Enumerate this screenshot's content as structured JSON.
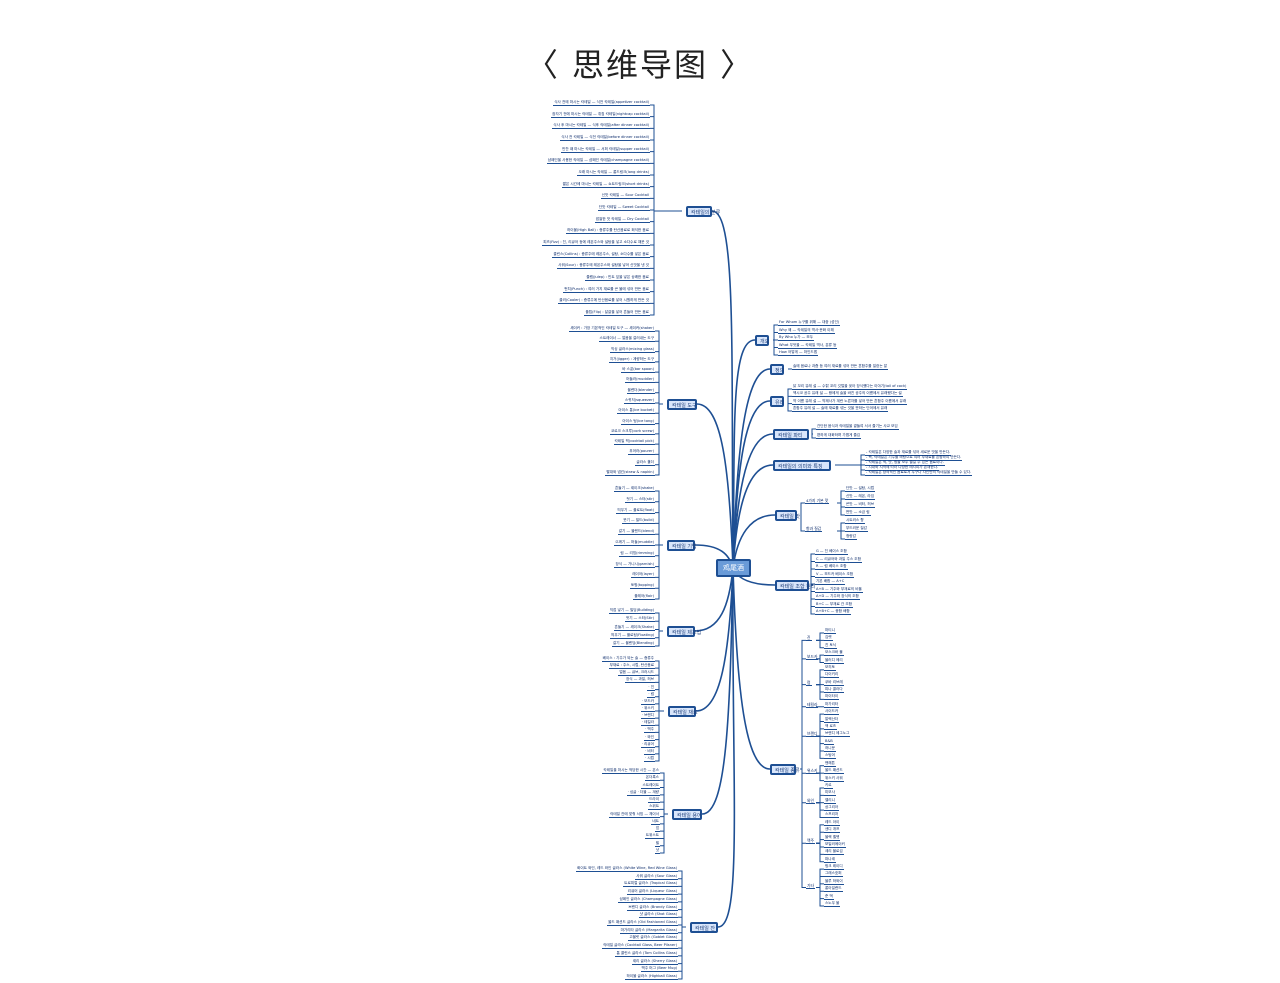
{
  "title": "〈 思维导图 〉",
  "center": "鸡尾酒",
  "branches": [
    {
      "id": "types",
      "label": "칵테일의 분류",
      "leaves": [
        "식사 전에 마시는 칵테일 — 식전 칵테일(appetizer cocktail)",
        "잠자기 전에 마시는 칵테일 — 취침 칵테일(nightcap cocktail)",
        "식사 후 마시는 칵테일 — 식후 칵테일(after dinner cocktail)",
        "식사 전 칵테일 — 식전 칵테일(before dinner cocktail)",
        "만찬 때 마시는 칵테일 — 서퍼 칵테일(supper cocktail)",
        "샴페인을 사용한 칵테일 — 샴페인 칵테일(champagne cocktail)",
        "오래 마시는 칵테일 — 롱드링크(long drinks)",
        "짧은 시간에 마시는 칵테일 — 쇼트드링크(short drinks)",
        "신맛 칵테일 — Sour Cocktail",
        "단맛 칵테일 — Sweet Cocktail",
        "쌉쌀한 맛 칵테일 — Dry Cocktail",
        "하이볼(High Ball) : 증류주를 탄산음료로 희석한 음료",
        "피즈(Fizz) : 진, 리큐어 등에 레몬주스와 설탕을 넣고 소다수로 채운 것",
        "콜린스(Collins) : 증류주에 레몬주스, 설탕, 소다수를 넣은 음료",
        "사워(Sour) : 증류주에 레몬주스와 설탕을 넣어 신맛을 낸 것",
        "줄렙(Julep) : 민트 잎을 넣은 상쾌한 음료",
        "펀치(Punch) : 여러 가지 재료를 큰 볼에 섞어 만든 음료",
        "쿨러(Cooler) : 증류주에 탄산음료를 넣어 시원하게 만든 것",
        "플립(Flip) : 달걀을 넣어 흔들어 만든 음료"
      ]
    },
    {
      "id": "tools",
      "label": "칵테일 도구",
      "leaves": [
        "셰이커 : 가장 기본적인 칵테일 도구 — 셰이커(shaker)",
        "스트레이너 — 얼음을 걸러내는 도구",
        "믹싱 글라스(mixing glass)",
        "지거(jigger) : 계량하는 도구",
        "바 스푼(bar spoon)",
        "머들러(muddler)",
        "블렌더(blender)",
        "스퀴저(squeezer)",
        "아이스 통(ice bucket)",
        "아이스 텅(ice tong)",
        "코르크 스크루(cork screw)",
        "칵테일 픽(cocktail pick)",
        "푸어러(pourer)",
        "글라스 홀더",
        "빨대와 냅킨(straw & napkin)"
      ]
    },
    {
      "id": "techniques",
      "label": "칵테일 기법",
      "leaves": [
        "흔들기 — 셰이크(shake)",
        "젓기 — 스터(stir)",
        "띄우기 — 플로트(float)",
        "붓기 — 빌드(build)",
        "갈기 — 블렌드(blend)",
        "으깨기 — 머들(muddle)",
        "림 — 리밍(rimming)",
        "장식 — 가니시(garnish)",
        "레이어(layer)",
        "토핑(topping)",
        "플레어(flair)"
      ]
    },
    {
      "id": "methods",
      "label": "칵테일 제조법",
      "leaves": [
        "직접 넣기 — 빌딩(Building)",
        "젓기 — 스터(Stir)",
        "흔들기 — 셰이크(Shake)",
        "띄우기 — 플로팅(Floating)",
        "갈기 — 블렌딩(Blending)"
      ]
    },
    {
      "id": "ingredients",
      "label": "칵테일 재료",
      "leaves": [
        "베이스 : 기주가 되는 술 — 증류주",
        "부재료 : 주스, 시럽, 탄산음료",
        "얼음 — 큐브, 크러시드",
        "장식 — 과일, 허브",
        "· 진",
        "· 럼",
        "· 보드카",
        "· 위스키",
        "· 브랜디",
        "· 테킬라",
        "· 맥주",
        "· 와인",
        "· 리큐어",
        "· 비터",
        "· 시럽"
      ]
    },
    {
      "id": "terms",
      "label": "칵테일 용어",
      "leaves": [
        "칵테일을 마시는 적당한 시간 — 온스",
        "온더록스",
        "스트레이트",
        "· 싱글 · 더블 — 계량",
        "드라이",
        "스위트",
        "칵테일 잔에 맞춰 서빙 — 체이서",
        "네트",
        "업",
        "트위스트",
        "필",
        "샷"
      ]
    },
    {
      "id": "glasses",
      "label": "칵테일 잔",
      "leaves": [
        "화이트 와인, 레드 와인 글라스 (White Wine, Red Wine Glass)",
        "사워 글라스 (Sour Glass)",
        "트로피컬 글라스 (Tropical Glass)",
        "리큐어 글라스 (Liqueur Glass)",
        "샴페인 글라스 (Champagne Glass)",
        "브랜디 글라스 (Brandy Glass)",
        "샷 글라스 (Shot Glass)",
        "올드 패션드 글라스 (Old Fashioned Glass)",
        "마가리타 글라스 (Margarita Glass)",
        "고블릿 글라스 (Goblet Glass)",
        "칵테일 글라스 (Cocktail Glass, Beer Pilsner)",
        "톰 콜린스 글라스 (Tom Collins Glass)",
        "셰리 글라스 (Sherry Glass)",
        "맥주 머그 (Beer Mug)",
        "하이볼 글라스 (Highball Glass)"
      ]
    },
    {
      "id": "overview",
      "label": "개요",
      "leaves": [
        "For Whom 누구를 위해 — 대중 (성인)",
        "Why 왜 — 칵테일의 역사·문화 이해",
        "By Who 누가 — 모두",
        "What 무엇을 — 칵테일 역사, 분류 등",
        "How 어떻게 — 마인드맵"
      ]
    },
    {
      "id": "definition",
      "label": "정의",
      "leaves": [
        "술에 음료나 과즙 등 여러 재료를 섞어 만든 혼합주를 일컫는 말"
      ]
    },
    {
      "id": "origin",
      "label": "유래",
      "leaves": [
        "닭 꼬리 유래 설 — 수탉 꼬리 깃털을 꽂아 장식했다는 이야기(tail of cock)",
        "멕시코 공주 유래 설 — 왕에게 술을 바친 공주의 이름에서 유래했다는 설",
        "약 이름 유래 설 — 약제사가 계란 노른자를 넣어 만든 혼합주 이름에서 유래",
        "혼합주 유래 설 — 술에 재료를 섞는 것을 뜻하는 단어에서 유래"
      ]
    },
    {
      "id": "party",
      "label": "칵테일 파티",
      "leaves": [
        "간단한 음식과 칵테일을 곁들여 서서 즐기는 사교 모임",
        "편하게 대화하며 가볍게 즐김"
      ]
    },
    {
      "id": "meaning",
      "label": "칵테일의 의미와 특징",
      "leaves": [
        "- 칵테일은 다양한 술과 재료를 섞어 새로운 맛을 만든다.",
        "- 즉, 칵테일은 기주를 바탕으로 여러 부재료를 혼합하여 만든다.",
        "- 칵테일은 색, 맛, 향을 모두 즐길 수 있는 음료이다.",
        "- 시대와 지역에 따라 다양한 레시피가 존재한다.",
        "- 칵테일은 창의적인 음료로서 누구나 자신만의 칵테일을 만들 수 있다."
      ]
    },
    {
      "id": "taste",
      "label": "칵테일 맛",
      "groups": [
        {
          "label": "4가지 기본 맛",
          "items": [
            "단맛 — 설탕, 시럽",
            "신맛 — 레몬, 라임",
            "쓴맛 — 비터, 허브",
            "짠맛 — 소금 림"
          ]
        },
        {
          "label": "향과 질감",
          "items": [
            "시트러스 향",
            "부드러운 질감",
            "청량감"
          ]
        }
      ]
    },
    {
      "id": "pairing",
      "label": "칵테일 조합 원리",
      "leaves": [
        "G — 진 베이스 조합",
        "C — 리큐어와 과일 주스 조합",
        "R — 럼 베이스 조합",
        "V — 보드카 베이스 조합",
        "기본 배합 — A+C",
        "A+B — 기주와 부재료의 비율",
        "A+D — 기주와 장식의 조합",
        "B+C — 부재료 간 조합",
        "A+B+C — 종합 배합"
      ]
    },
    {
      "id": "kinds",
      "label": "칵테일 종류",
      "groups": [
        {
          "label": "진",
          "items": [
            "마티니",
            "김렛",
            "진 토닉"
          ]
        },
        {
          "label": "보드카",
          "items": [
            "모스크바 뮬",
            "블러디 메리"
          ]
        },
        {
          "label": "럼",
          "items": [
            "모히토",
            "다이키리",
            "쿠바 리브레",
            "피나 콜라다",
            "마이타이"
          ]
        },
        {
          "label": "테킬라",
          "items": [
            "마가리타"
          ]
        },
        {
          "label": "브랜디",
          "items": [
            "사이드카",
            "알렉산더",
            "잭 로즈",
            "브랜디 에그노그",
            "B&B",
            "허니문",
            "스팅어"
          ]
        },
        {
          "label": "위스키",
          "items": [
            "맨해튼",
            "올드 패션드",
            "위스키 사워"
          ]
        },
        {
          "label": "와인",
          "items": [
            "키르",
            "미모사",
            "벨리니",
            "상그리아",
            "스프리처"
          ]
        },
        {
          "label": "맥주",
          "items": [
            "레드 아이",
            "샌디 개프",
            "블랙 벨벳",
            "보일러메이커",
            "셰리 블로섬",
            "파나셰"
          ]
        },
        {
          "label": "기타",
          "items": [
            "핑크 레이디",
            "그래스호퍼",
            "블루 하와이",
            "롱아일랜드",
            "준 벅",
            "스노우 볼"
          ]
        }
      ]
    }
  ]
}
